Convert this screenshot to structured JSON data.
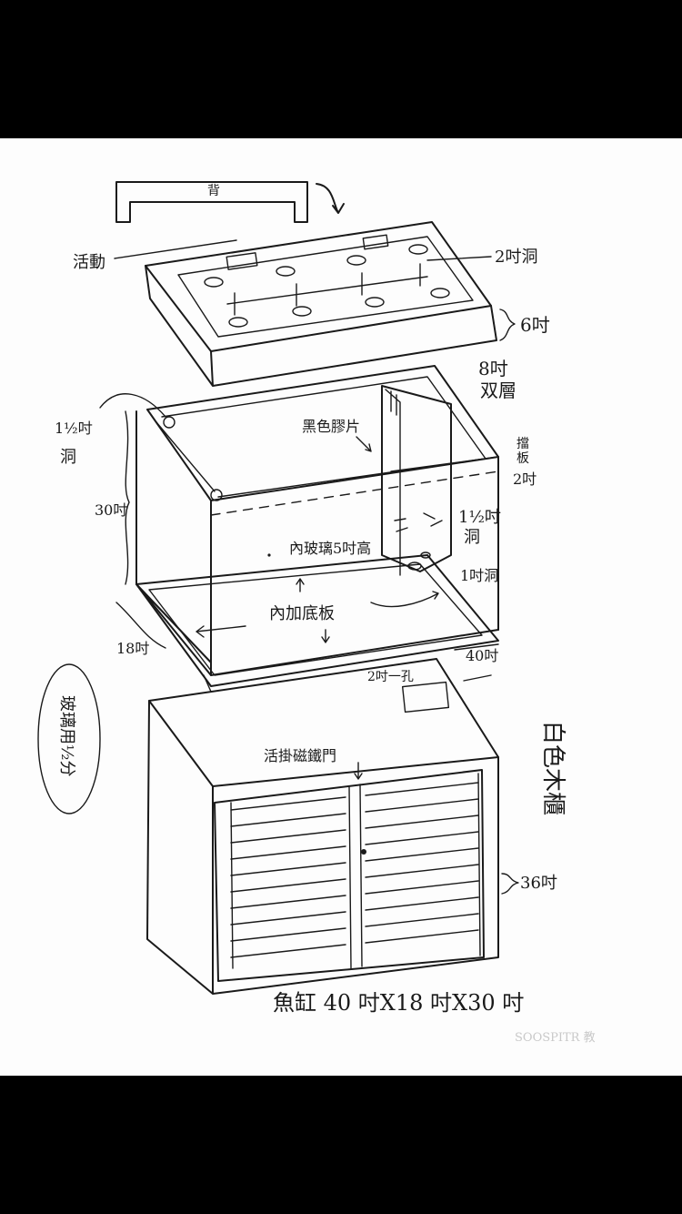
{
  "labels": {
    "back": "背",
    "movable": "活動",
    "holes_2in": "2吋洞",
    "height_6in": "6吋",
    "double_8in": "8吋",
    "double_layer": "双層",
    "hole_1_5in_a": "1½吋",
    "hole_1_5in_b": "洞",
    "black_film": "黑色膠片",
    "tank_height": "30吋",
    "baffle_a": "擋",
    "baffle_b": "板",
    "baffle_2in": "2吋",
    "inner_glass": "內玻璃5吋高",
    "hole_1_5in_c": "1½吋",
    "hole_1_5in_d": "洞",
    "hole_1in": "1吋洞",
    "inner_bottom": "內加底板",
    "depth": "18吋",
    "width": "40吋",
    "glass_note": "玻璃用½分",
    "opening_2in": "2吋一孔",
    "magnetic_door": "活掛磁鐵門",
    "white_cabinet": "白色木櫃",
    "cabinet_height": "36吋",
    "title": "魚缸 40 吋X18 吋X30 吋",
    "watermark": "SOOSPITR 教"
  }
}
